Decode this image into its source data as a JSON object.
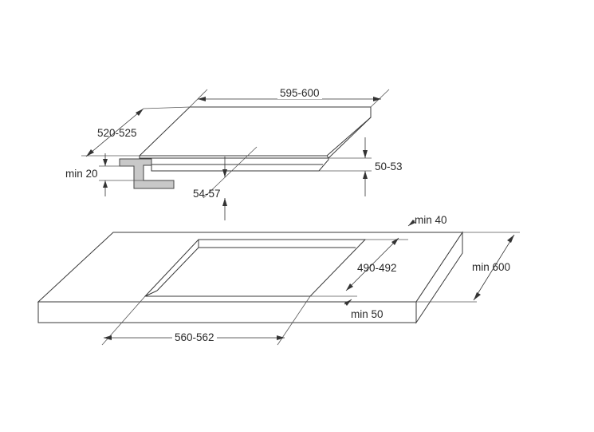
{
  "dimensions": {
    "hob_width": "595-600",
    "hob_depth": "520-525",
    "min_clearance_top": "min 20",
    "hob_height": "50-53",
    "cutout_height": "54-57",
    "min_back": "min 40",
    "cutout_depth": "490-492",
    "worktop_depth": "min 600",
    "min_front": "min 50",
    "cutout_width": "560-562"
  },
  "colors": {
    "line": "#3a3a3a",
    "bracket_fill": "#c8c8c8",
    "background": "#ffffff"
  }
}
